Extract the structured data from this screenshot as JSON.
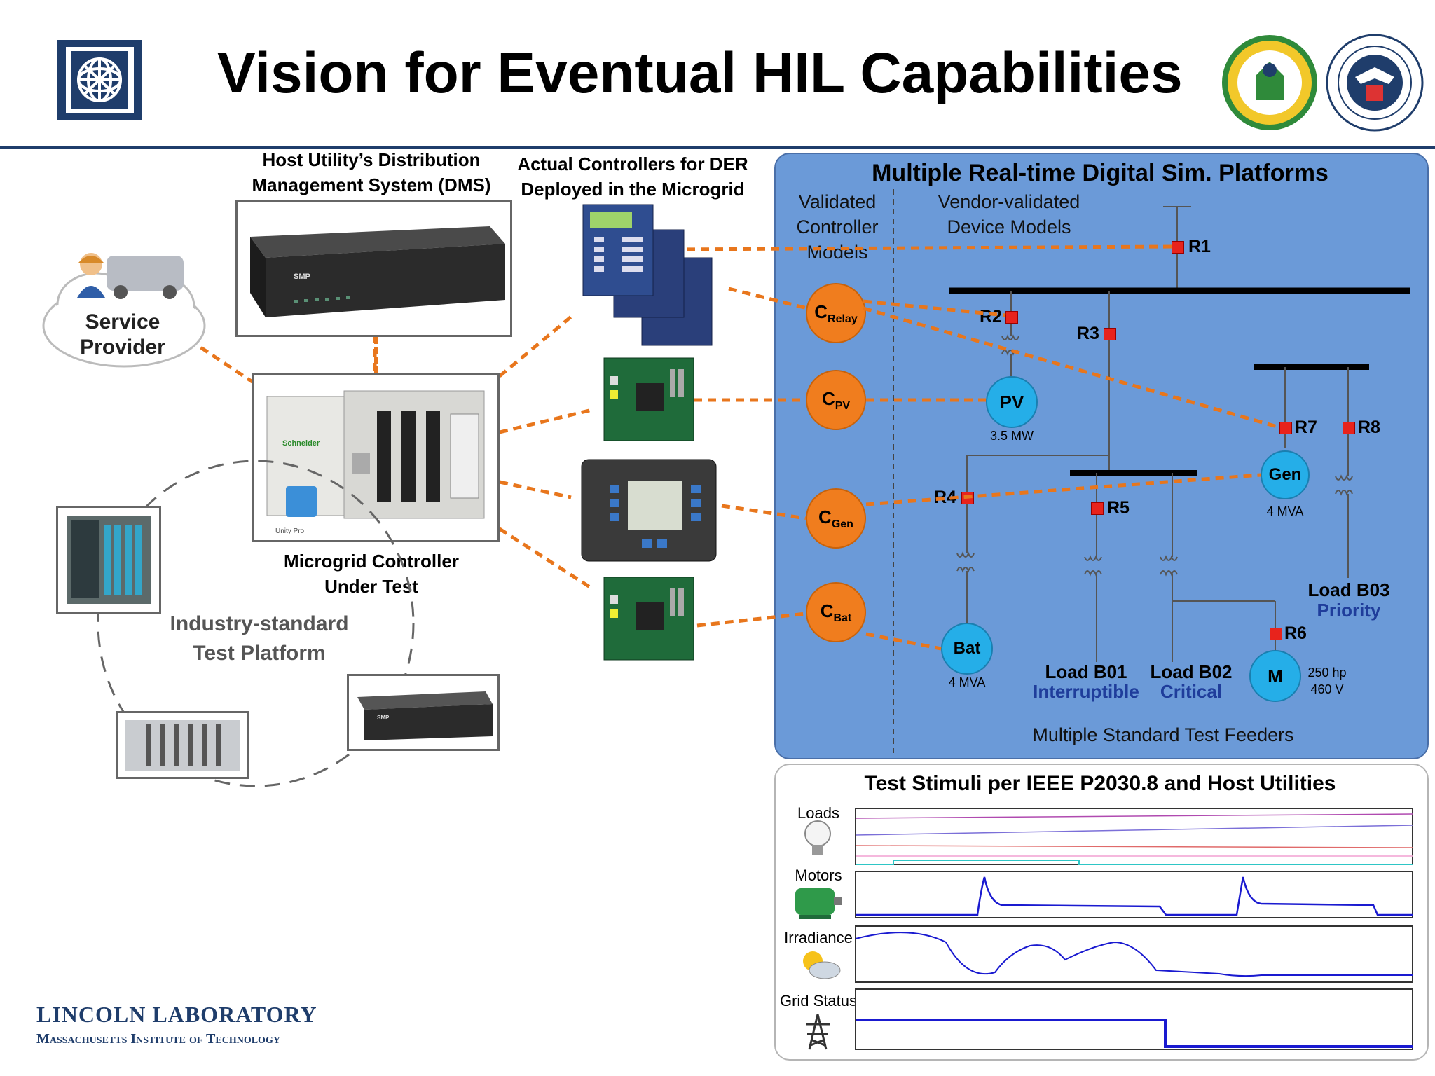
{
  "slide": {
    "title": "Vision for Eventual HIL Capabilities"
  },
  "left": {
    "dms_label_l1": "Host Utility’s Distribution",
    "dms_label_l2": "Management System (DMS)",
    "service_provider_l1": "Service",
    "service_provider_l2": "Provider",
    "controller_label_l1": "Microgrid Controller",
    "controller_label_l2": "Under Test",
    "controller_software": "Unity Pro",
    "platform_label_l1": "Industry-standard",
    "platform_label_l2": "Test Platform",
    "der_label_l1": "Actual Controllers for DER",
    "der_label_l2": "Deployed in the Microgrid",
    "device_brand": "SMP",
    "plc_brand": "Schneider"
  },
  "sim": {
    "title": "Multiple Real-time Digital Sim. Platforms",
    "validated_l1": "Validated",
    "validated_l2": "Controller",
    "validated_l3": "Models",
    "vendor_l1": "Vendor-validated",
    "vendor_l2": "Device Models",
    "feeders_label": "Multiple Standard Test Feeders",
    "controllers": [
      {
        "base": "C",
        "sub": "Relay"
      },
      {
        "base": "C",
        "sub": "PV"
      },
      {
        "base": "C",
        "sub": "Gen"
      },
      {
        "base": "C",
        "sub": "Bat"
      }
    ],
    "relays": [
      "R1",
      "R2",
      "R3",
      "R4",
      "R5",
      "R6",
      "R7",
      "R8"
    ],
    "devices": {
      "pv": {
        "name": "PV",
        "rating": "3.5 MW"
      },
      "gen": {
        "name": "Gen",
        "rating": "4 MVA"
      },
      "bat": {
        "name": "Bat",
        "rating": "4 MVA"
      },
      "motor": {
        "name": "M",
        "rating_l1": "250 hp",
        "rating_l2": "460 V"
      }
    },
    "loads": {
      "b01": {
        "name": "Load B01",
        "type": "Interruptible"
      },
      "b02": {
        "name": "Load B02",
        "type": "Critical"
      },
      "b03": {
        "name": "Load B03",
        "type": "Priority"
      }
    }
  },
  "stimuli": {
    "title": "Test Stimuli per IEEE P2030.8 and Host Utilities",
    "rows": [
      "Loads",
      "Motors",
      "Irradiance",
      "Grid Status"
    ]
  },
  "footer": {
    "org_l1": "LINCOLN LABORATORY",
    "org_l2": "Massachusetts Institute of Technology"
  },
  "colors": {
    "rule": "#1f3d6b",
    "sim_panel": "#6b9ad8",
    "controller": "#f07d1e",
    "device": "#25aee8",
    "link": "#e8761c",
    "relay": "#e8231c",
    "signal": "#1a1ad0",
    "footer_text": "#1f3d6b"
  }
}
